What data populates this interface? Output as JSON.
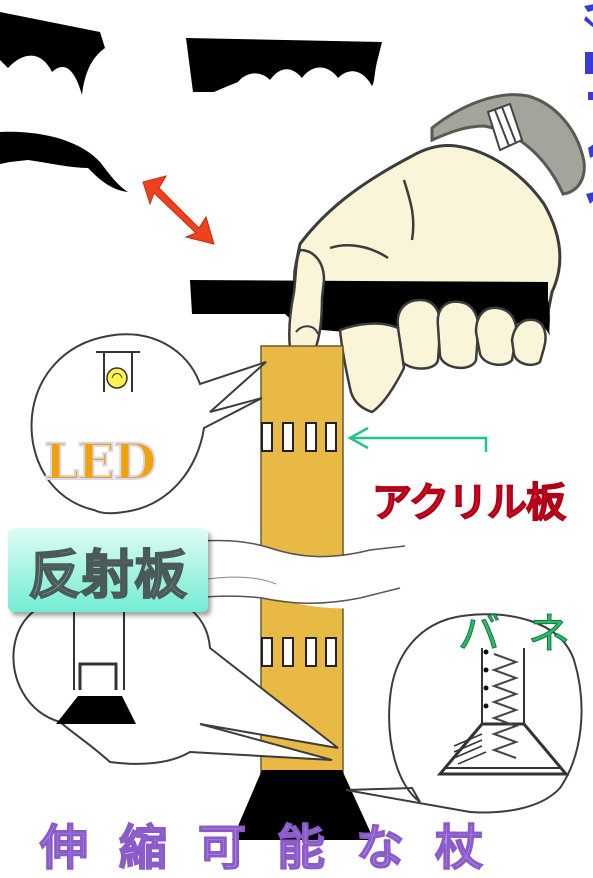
{
  "labels": {
    "led": "LED",
    "acrylic_plate": "アクリル板",
    "reflector": "反射板",
    "spring": "バネ",
    "title": "伸縮可能な杖"
  },
  "colors": {
    "pole": "#e8b944",
    "grip": "#000000",
    "arrow": "#f0411f",
    "pointer_arrow": "#23c587",
    "hand": "#faf4d8",
    "cuff": "#9a9a92",
    "led_text": "#f0a20c",
    "acrylic_text": "#ff1f3a",
    "reflector_badge": "#72ecd3",
    "spring_text": "#2db96f",
    "title_text": "#b792ec",
    "partial_text": "#3a3ad8"
  }
}
